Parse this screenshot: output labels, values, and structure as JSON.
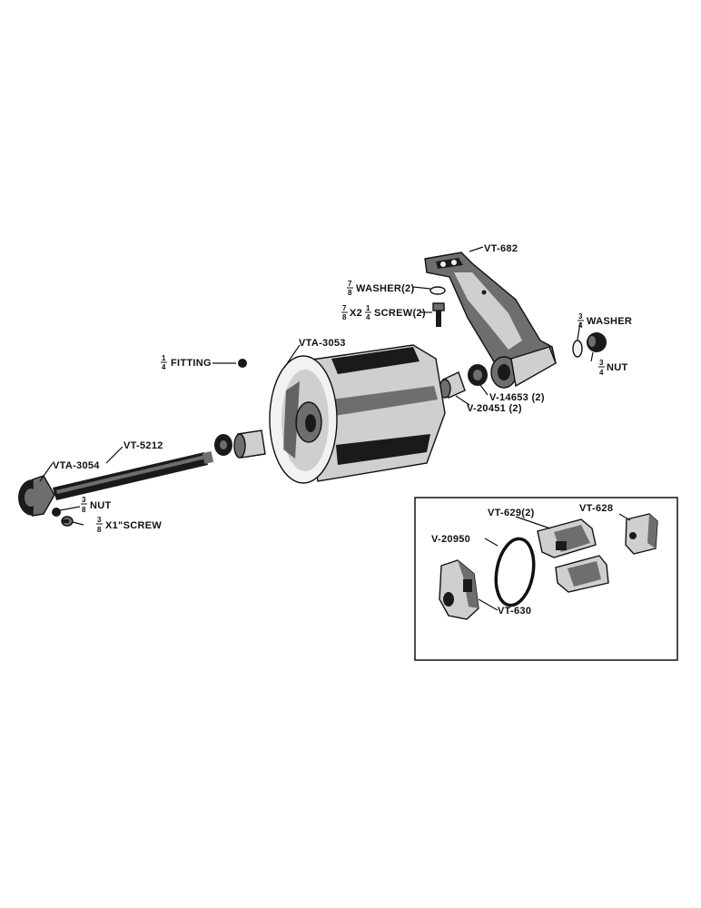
{
  "labels": {
    "vt682": "VT-682",
    "washer78_num": "7",
    "washer78_den": "8",
    "washer78_text": "WASHER(2)",
    "screw_a_num": "7",
    "screw_a_den": "8",
    "screw_mid": "X2",
    "screw_b_num": "1",
    "screw_b_den": "4",
    "screw_text": "SCREW(2)",
    "washer34_num": "3",
    "washer34_den": "4",
    "washer34_text": "WASHER",
    "nut34_num": "3",
    "nut34_den": "4",
    "nut34_text": "NUT",
    "fitting_num": "1",
    "fitting_den": "4",
    "fitting_text": "FITTING",
    "vta3053": "VTA-3053",
    "v14653": "V-14653 (2)",
    "v20451": "V-20451 (2)",
    "vt5212": "VT-5212",
    "vta3054": "VTA-3054",
    "nut38_num": "3",
    "nut38_den": "8",
    "nut38_text": "NUT",
    "screw38_num": "3",
    "screw38_den": "8",
    "screw38_text": "X1\"SCREW",
    "vt629": "VT-629(2)",
    "vt628": "VT-628",
    "v20950": "V-20950",
    "vt630": "VT-630"
  }
}
